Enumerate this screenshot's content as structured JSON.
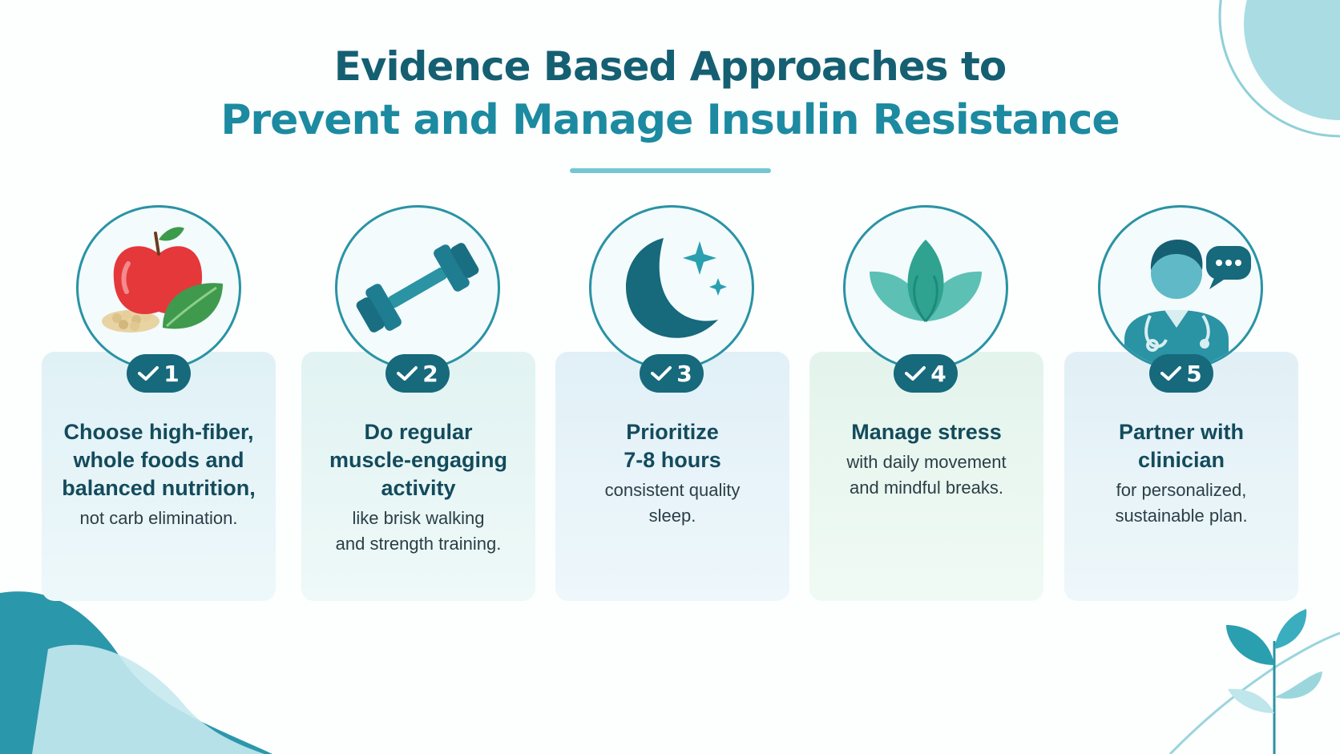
{
  "title": {
    "line1": "Evidence Based Approaches to",
    "line2": "Prevent and Manage Insulin Resistance"
  },
  "colors": {
    "title_dark": "#155f72",
    "title_accent": "#1c8aa0",
    "badge": "#17697c",
    "circle_border": "#2a93a4",
    "heading": "#134b5c",
    "body": "#2b3e46"
  },
  "steps": [
    {
      "number": "1",
      "icon": "apple-greens-icon",
      "heading": "Choose high-fiber,\nwhole foods and\nbalanced nutrition,",
      "body": "not carb elimination."
    },
    {
      "number": "2",
      "icon": "dumbbell-icon",
      "heading": "Do regular\nmuscle-engaging\nactivity",
      "body": "like brisk walking\nand strength training."
    },
    {
      "number": "3",
      "icon": "moon-stars-icon",
      "heading": "Prioritize\n7-8 hours",
      "body": "consistent quality\nsleep."
    },
    {
      "number": "4",
      "icon": "lotus-leaves-icon",
      "heading": "Manage stress",
      "body": "with daily movement\nand mindful breaks."
    },
    {
      "number": "5",
      "icon": "clinician-chat-icon",
      "heading": "Partner with\nclinician",
      "body": "for personalized,\nsustainable plan."
    }
  ]
}
